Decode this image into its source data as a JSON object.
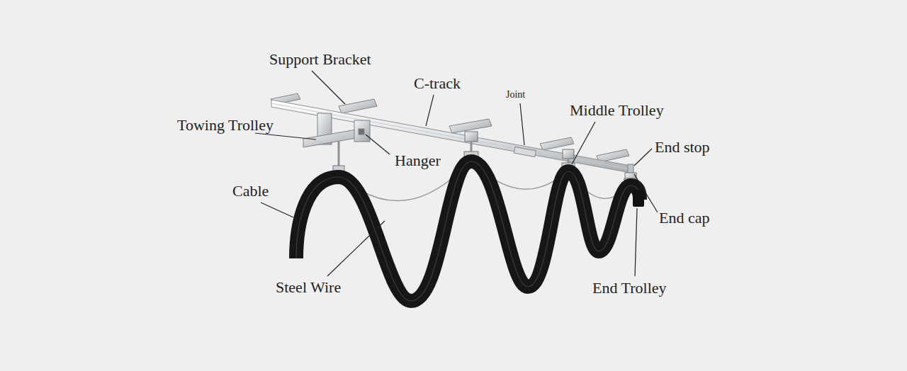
{
  "diagram": {
    "labels": [
      "Support Bracket",
      "C-track",
      "Joint",
      "Middle Trolley",
      "Towing Trolley",
      "Hanger",
      "End stop",
      "Cable",
      "End cap",
      "Steel Wire",
      "End Trolley"
    ]
  }
}
